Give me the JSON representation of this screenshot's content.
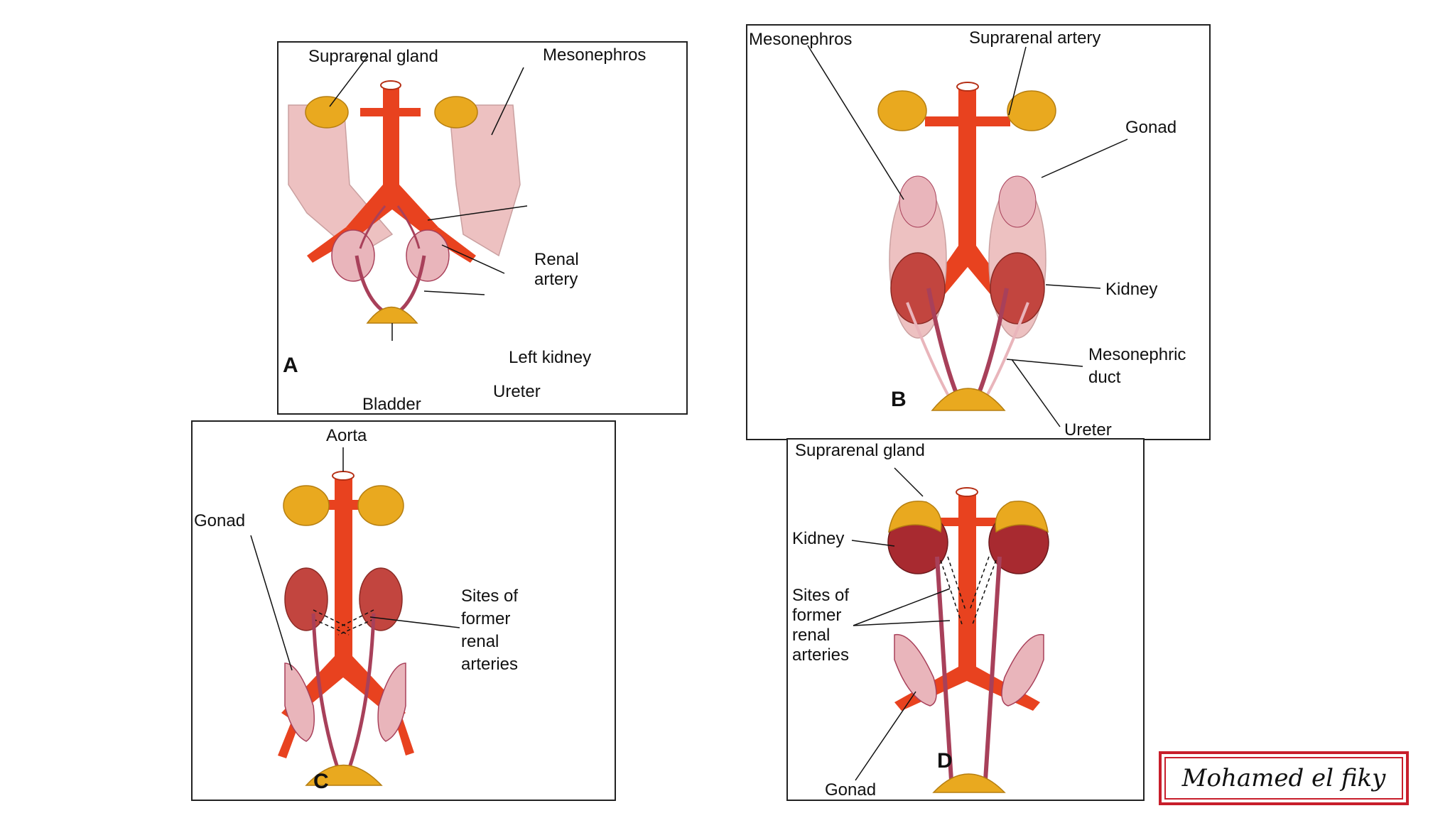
{
  "panels": {
    "a": {
      "letter": "A",
      "suprarenal_gland": "Suprarenal gland",
      "mesonephros": "Mesonephros",
      "renal_artery_1": "Renal",
      "renal_artery_2": "artery",
      "left_kidney": "Left kidney",
      "ureter": "Ureter",
      "bladder": "Bladder"
    },
    "b": {
      "letter": "B",
      "mesonephros": "Mesonephros",
      "suprarenal_artery": "Suprarenal artery",
      "gonad": "Gonad",
      "kidney": "Kidney",
      "mesonephric_duct_1": "Mesonephric",
      "mesonephric_duct_2": "duct",
      "ureter": "Ureter"
    },
    "c": {
      "letter": "C",
      "aorta": "Aorta",
      "gonad": "Gonad",
      "sites_1": "Sites of",
      "sites_2": "former",
      "sites_3": "renal",
      "sites_4": "arteries"
    },
    "d": {
      "letter": "D",
      "suprarenal_gland": "Suprarenal gland",
      "kidney": "Kidney",
      "sites_1": "Sites of",
      "sites_2": "former",
      "sites_3": "renal",
      "sites_4": "arteries",
      "gonad": "Gonad"
    }
  },
  "signature": "Mohamed el fiky",
  "colors": {
    "aorta": "#e8421f",
    "gland": "#e9a91f",
    "kidney": "#c2453f",
    "mesonephros": "#edc1c1",
    "gonad": "#e9b5bb",
    "ureter": "#a8405a",
    "signature_border": "#c81e2b"
  }
}
